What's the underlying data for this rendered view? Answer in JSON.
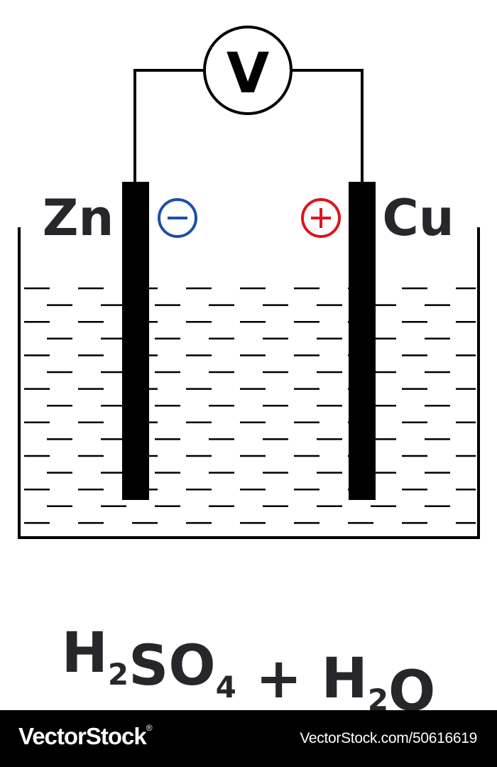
{
  "diagram": {
    "voltmeter_symbol": "V",
    "left_electrode": {
      "label": "Zn",
      "sign": "⊖",
      "sign_color": "#1d4fa8"
    },
    "right_electrode": {
      "label": "Cu",
      "sign": "⊕",
      "sign_color": "#e0131b"
    },
    "solution": {
      "parts": [
        {
          "main": "H",
          "sub": "2"
        },
        {
          "main": "SO",
          "sub": "4"
        },
        {
          "main": " + ",
          "sub": ""
        },
        {
          "main": "H",
          "sub": "2"
        },
        {
          "main": "O",
          "sub": ""
        }
      ]
    }
  },
  "footer": {
    "brand": "VectorStock",
    "brand_mark": "®",
    "url": "VectorStock.com/50616619"
  }
}
